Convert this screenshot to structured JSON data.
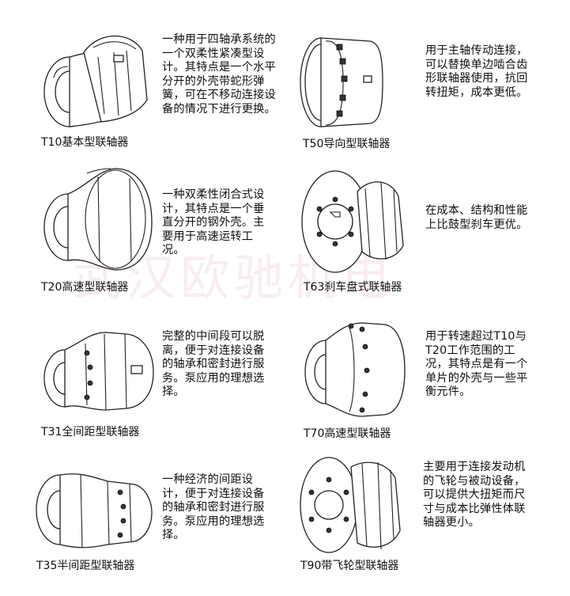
{
  "watermark": "武汉欧驰机电",
  "items": [
    {
      "icon": "t10-coupling-drawing",
      "caption": "T10基本型联轴器",
      "description": "一种用于四轴承系统的一个双柔性紧凑型设计。其特点是一个水平分开的外壳带蛇形弹簧，可在不移动连接设备的情况下进行更换。"
    },
    {
      "icon": "t50-coupling-drawing",
      "caption": "T50导向型联轴器",
      "description": "用于主轴传动连接，可以替换单边啮合齿形联轴器使用，抗回转扭矩，成本更低。"
    },
    {
      "icon": "t20-coupling-drawing",
      "caption": "T20高速型联轴器",
      "description": "一种双柔性闭合式设计，其特点是一个垂直分开的钢外壳。主要用于高速运转工况。"
    },
    {
      "icon": "t63-coupling-drawing",
      "caption": "T63刹车盘式联轴器",
      "description": "在成本、结构和性能上比鼓型刹车更优。"
    },
    {
      "icon": "t31-coupling-drawing",
      "caption": "T31全间距型联轴器",
      "description": "完整的中间段可以脱离，便于对连接设备的轴承和密封进行服务。泵应用的理想选择。"
    },
    {
      "icon": "t70-coupling-drawing",
      "caption": "T70高速型联轴器",
      "description": "用于转速超过T10与T20工作范围的工况，其特点是有一个单片的外壳与一些平衡元件。"
    },
    {
      "icon": "t35-coupling-drawing",
      "caption": "T35半间距型联轴器",
      "description": "一种经济的间距设计，便于对连接设备的轴承和密封进行服务。泵应用的理想选择。"
    },
    {
      "icon": "t90-coupling-drawing",
      "caption": "T90带飞轮型联轴器",
      "description": "主要用于连接发动机的飞轮与被动设备，可以提供大扭矩而尺寸与成本比弹性体联轴器更小。"
    }
  ]
}
